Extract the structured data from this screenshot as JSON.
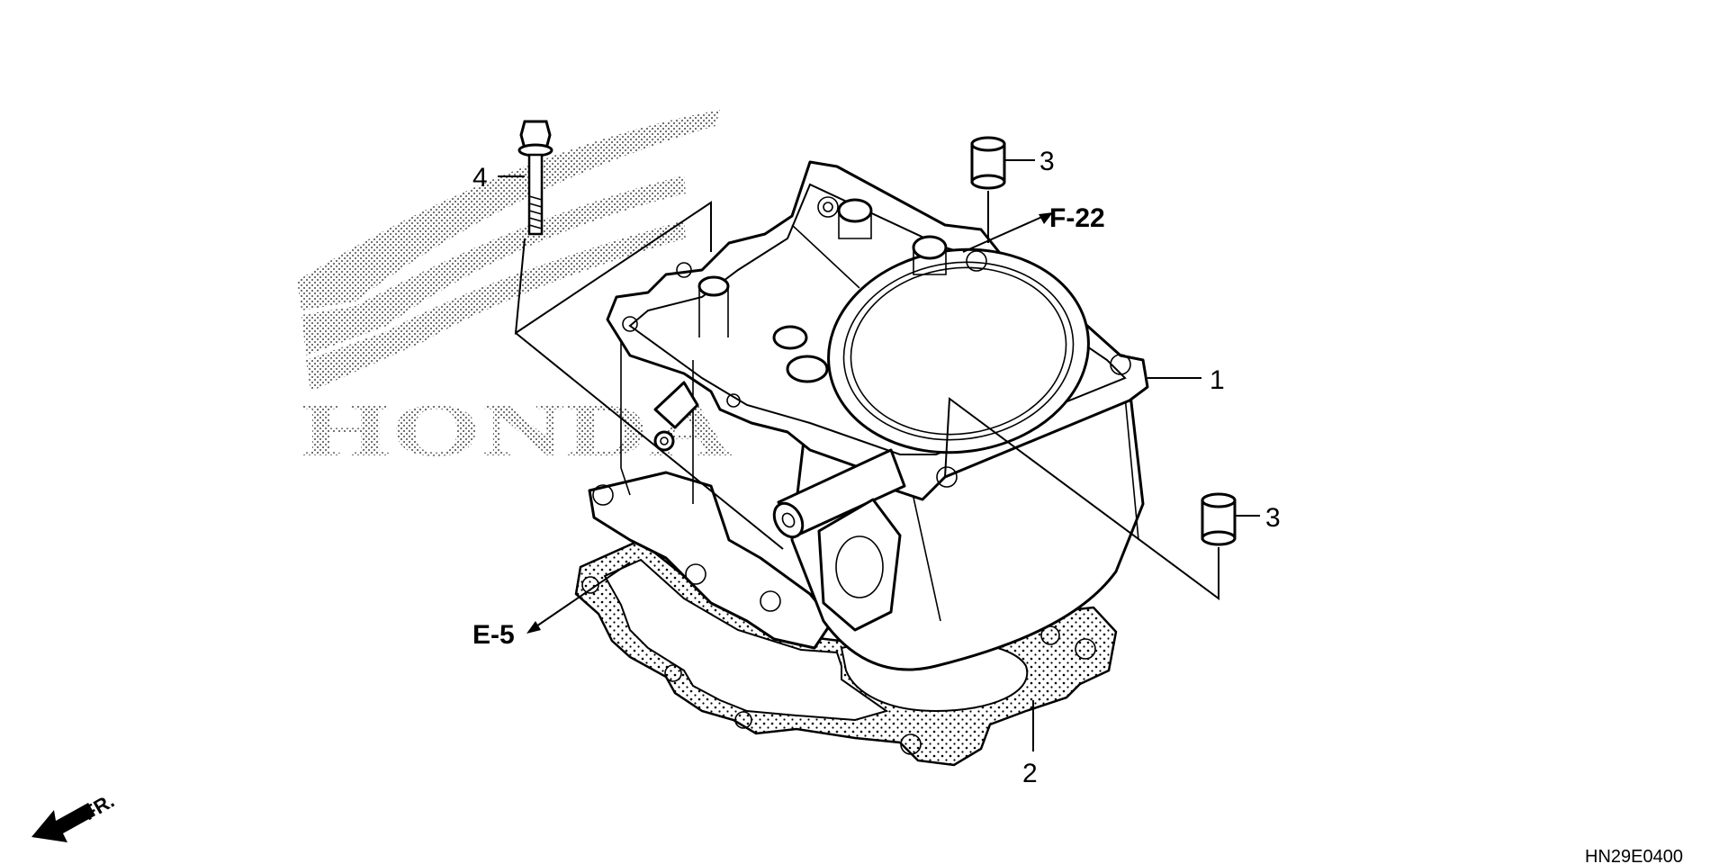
{
  "diagram": {
    "watermark_text": "HONDA",
    "callouts": [
      {
        "id": "cylinder",
        "label": "1"
      },
      {
        "id": "gasket",
        "label": "2"
      },
      {
        "id": "dowel-upper",
        "label": "3"
      },
      {
        "id": "dowel-lower",
        "label": "3"
      },
      {
        "id": "bolt",
        "label": "4"
      }
    ],
    "references": [
      {
        "id": "f22",
        "label": "F-22"
      },
      {
        "id": "e5",
        "label": "E-5"
      }
    ],
    "direction_label": "FR.",
    "diagram_code": "HN29E0400"
  }
}
